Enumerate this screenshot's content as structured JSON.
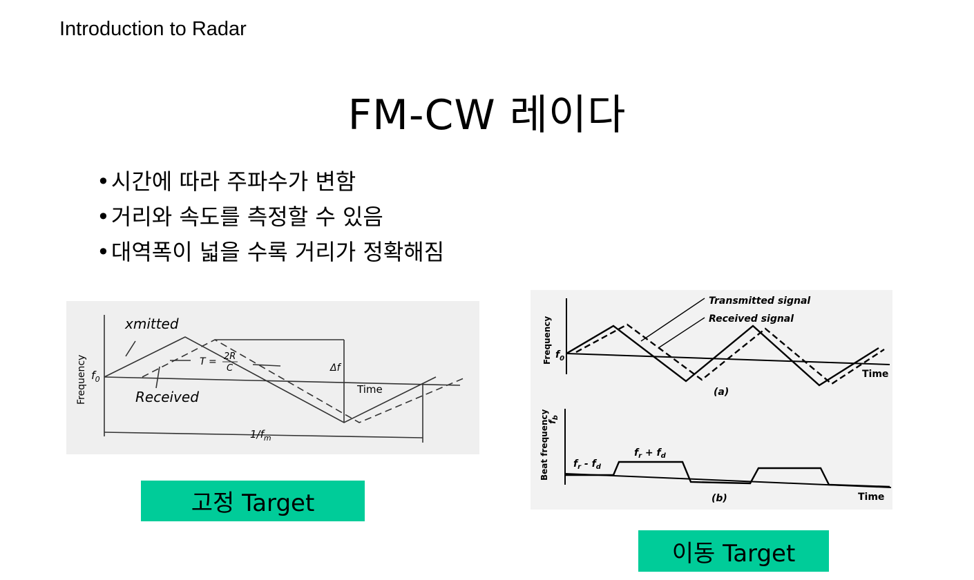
{
  "header": {
    "text": "Introduction to Radar"
  },
  "slide": {
    "title": "FM-CW 레이다",
    "bullets": [
      "시간에 따라 주파수가 변함",
      "거리와 속도를 측정할 수 있음",
      "대역폭이 넓을 수록 거리가 정확해짐"
    ]
  },
  "figure_left": {
    "label_xmitted": "xmitted",
    "label_received": "Received",
    "label_frequency": "Frequency",
    "label_f0": "f",
    "label_f0_sub": "0",
    "label_T": "T = ",
    "label_T_num": "2R",
    "label_T_den": "C",
    "label_delta_f": "Δf",
    "label_time": "Time",
    "label_period": "1/f",
    "label_period_sub": "m",
    "caption": "고정 Target"
  },
  "figure_right": {
    "label_transmitted": "Transmitted signal",
    "label_received": "Received signal",
    "label_frequency": "Frequency",
    "label_f0": "f",
    "label_f0_sub": "0",
    "label_time_a": "Time",
    "label_a": "(a)",
    "label_beat": "Beat frequency",
    "label_fb": "f",
    "label_fb_sub": "b",
    "label_fr_minus_fd": "f",
    "label_fr_minus_fd_sub1": "r",
    "label_fr_minus_fd_mid": " - f",
    "label_fr_minus_fd_sub2": "d",
    "label_fr_plus_fd": "f",
    "label_fr_plus_fd_sub1": "r",
    "label_fr_plus_fd_mid": " + f",
    "label_fr_plus_fd_sub2": "d",
    "label_time_b": "Time",
    "label_b": "(b)",
    "caption": "이동 Target"
  }
}
